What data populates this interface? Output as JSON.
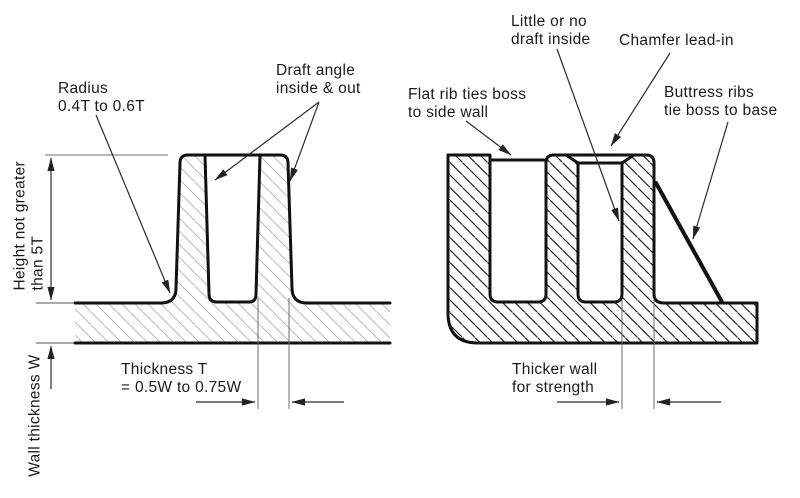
{
  "figure": {
    "left_view": {
      "radius_label": {
        "line1": "Radius",
        "line2": "0.4T to 0.6T"
      },
      "draft_label": {
        "line1": "Draft angle",
        "line2": "inside & out"
      },
      "height_label": {
        "line1": "Height not greater",
        "line2": "than 5T"
      },
      "wall_label": "Wall thickness W",
      "thickness_label": {
        "line1": "Thickness T",
        "line2": "= 0.5W to 0.75W"
      }
    },
    "right_view": {
      "little_draft_label": {
        "line1": "Little or no",
        "line2": "draft inside"
      },
      "chamfer_label": "Chamfer lead-in",
      "flat_rib_label": {
        "line1": "Flat rib ties boss",
        "line2": "to side wall"
      },
      "buttress_label": {
        "line1": "Buttress ribs",
        "line2": "tie boss to base"
      },
      "thicker_label": {
        "line1": "Thicker wall",
        "line2": "for strength"
      }
    },
    "colors": {
      "background": "#ffffff",
      "outline": "#111111",
      "thin_line": "#2b2b2b",
      "extension_line": "#6e6e6e",
      "reference_line": "#8a8a8a",
      "hatch_left": "#bdbdbd",
      "hatch_right": "#222222",
      "text": "#1a1a1a"
    }
  }
}
